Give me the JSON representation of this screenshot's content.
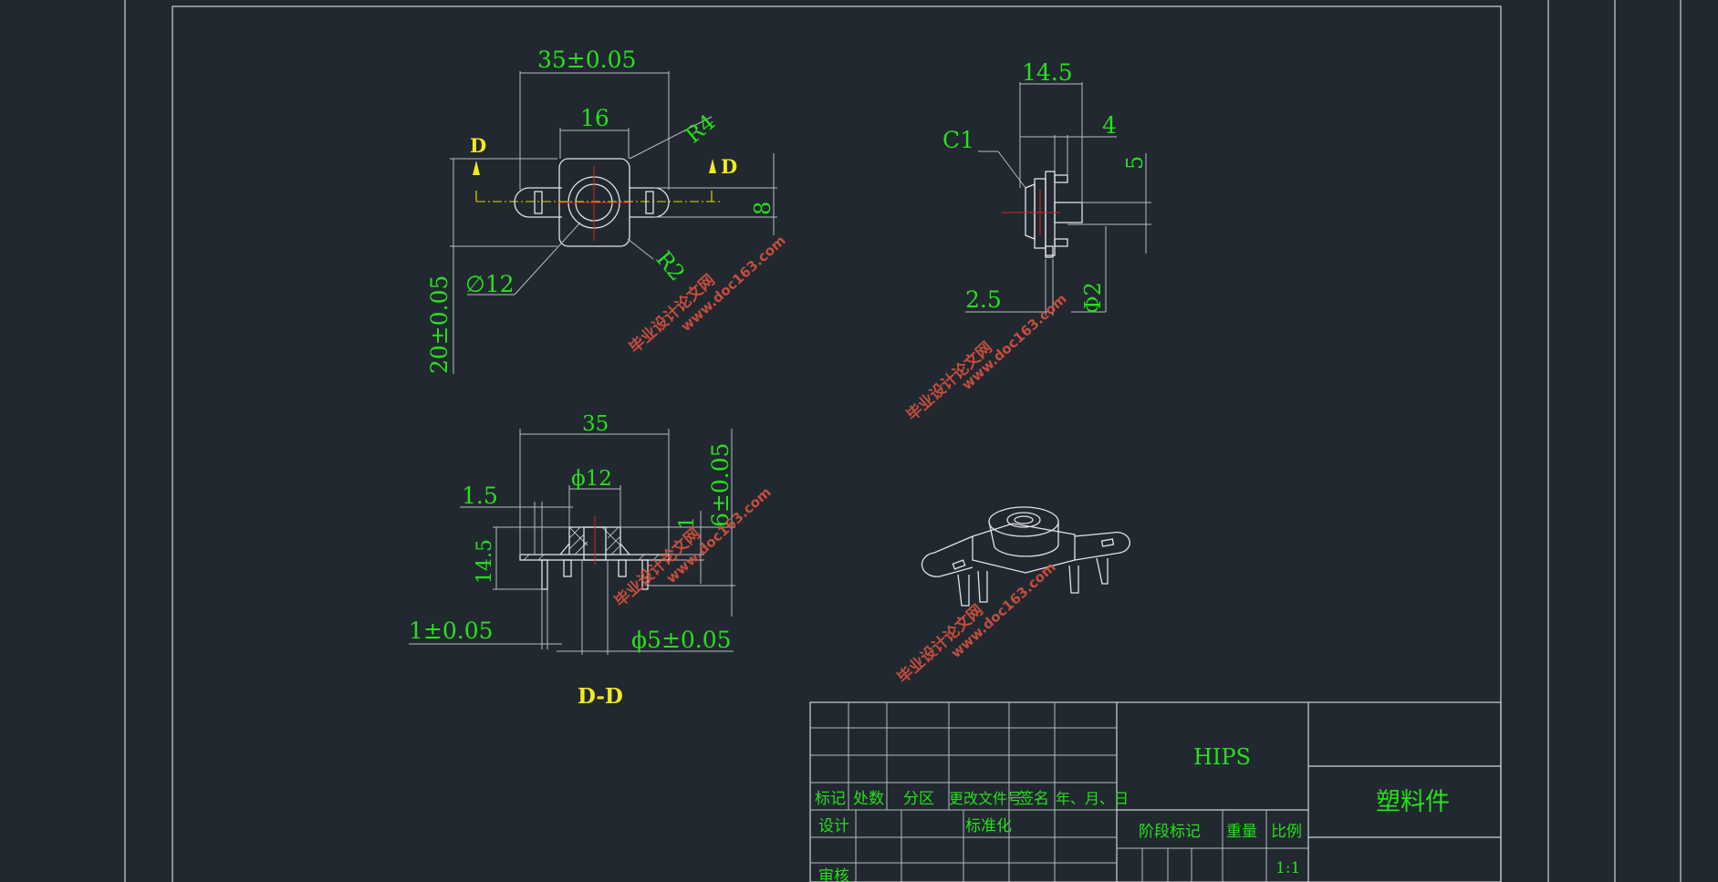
{
  "drawing": {
    "front_view": {
      "dims": {
        "width_tol": "35±0.05",
        "inner_width": "16",
        "radius_big": "R4",
        "radius_small": "R2",
        "height_small": "8",
        "bore": "∅12",
        "height_tol": "20±0.05"
      },
      "section_mark": "D"
    },
    "side_view": {
      "dims": {
        "top": "14.5",
        "step": "4",
        "height": "5",
        "chamfer": "C1",
        "bottom": "2.5",
        "pin": "Φ2"
      }
    },
    "section_view": {
      "label": "D-D",
      "dims": {
        "width": "35",
        "bore": "ϕ12",
        "wall": "1.5",
        "height": "14.5",
        "thk": "1",
        "total_height": "6±0.05",
        "thickness_tol": "1±0.05",
        "shaft": "ϕ5±0.05"
      }
    },
    "watermark": {
      "cn": "毕业设计论文网",
      "url": "www.doc163.com"
    }
  },
  "title_block": {
    "material": "HIPS",
    "part_name": "塑料件",
    "headers": [
      "标记",
      "处数",
      "分区",
      "更改文件号",
      "签名",
      "年、月、日"
    ],
    "design": "设计",
    "standardization": "标准化",
    "review": "审核",
    "stage_mark": "阶段标记",
    "weight": "重量",
    "scale_label": "比例",
    "scale_value": "1:1"
  }
}
